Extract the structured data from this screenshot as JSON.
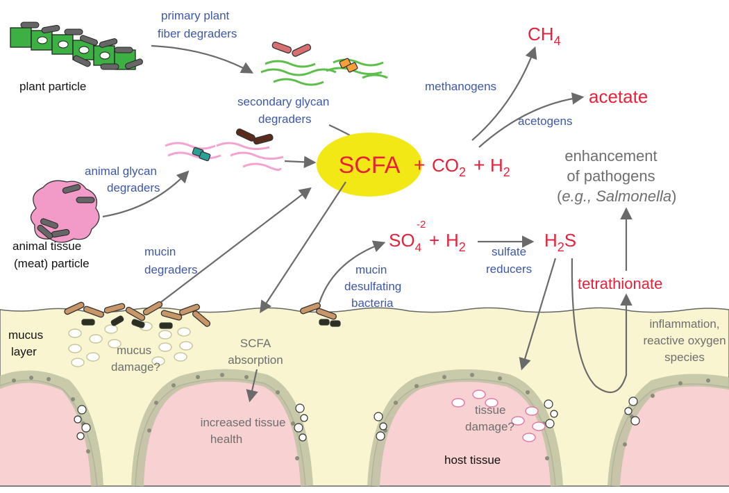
{
  "labels": {
    "plant_particle": "plant particle",
    "primary_degraders_1": "primary plant",
    "primary_degraders_2": "fiber degraders",
    "secondary_degraders_1": "secondary glycan",
    "secondary_degraders_2": "degraders",
    "animal_glycan_1": "animal glycan",
    "animal_glycan_2": "degraders",
    "animal_tissue_1": "animal tissue",
    "animal_tissue_2": "(meat) particle",
    "mucin_degraders_1": "mucin",
    "mucin_degraders_2": "degraders",
    "mucus_layer_1": "mucus",
    "mucus_layer_2": "layer",
    "mucus_damage_1": "mucus",
    "mucus_damage_2": "damage?",
    "scfa_absorption_1": "SCFA",
    "scfa_absorption_2": "absorption",
    "tissue_health_1": "increased tissue",
    "tissue_health_2": "health",
    "mucin_desulf_1": "mucin",
    "mucin_desulf_2": "desulfating",
    "mucin_desulf_3": "bacteria",
    "sulfate_reducers_1": "sulfate",
    "sulfate_reducers_2": "reducers",
    "methanogens": "methanogens",
    "acetogens": "acetogens",
    "tissue_damage_1": "tissue",
    "tissue_damage_2": "damage?",
    "host_tissue": "host tissue",
    "inflammation_1": "inflammation,",
    "inflammation_2": "reactive oxygen",
    "inflammation_3": "species",
    "enhancement_1": "enhancement",
    "enhancement_2": "of pathogens",
    "enhancement_3a": "(",
    "enhancement_3b": "e.g., Salmonella",
    "enhancement_3c": ")"
  },
  "chemicals": {
    "scfa": "SCFA",
    "plus1": "+",
    "co2_a": "CO",
    "co2_sub": "2",
    "plus2": "+",
    "h2_a": "H",
    "h2_sub": "2",
    "ch4_a": "CH",
    "ch4_sub": "4",
    "acetate": "acetate",
    "so4_a": "SO",
    "so4_sub": "4",
    "so4_sup": "-2",
    "plus3": "+",
    "h2b_a": "H",
    "h2b_sub": "2",
    "h2s_a": "H",
    "h2s_sub": "2",
    "h2s_b": "S",
    "tetrathionate": "tetrathionate"
  },
  "colors": {
    "text_blue": "#3d58a8",
    "text_red": "#e8203a",
    "text_gray": "#6e6e6e",
    "scfa_fill": "#f2e816",
    "mucus_fill": "#f9f5d1",
    "tissue_pink": "#f8d2d2",
    "epithelial_cell": "#bfc2a3",
    "plant_green": "#3cb043",
    "glycan_green": "#5cbf4a",
    "glycan_pink": "#f2a3d0",
    "meat_pink": "#f29ac8"
  }
}
